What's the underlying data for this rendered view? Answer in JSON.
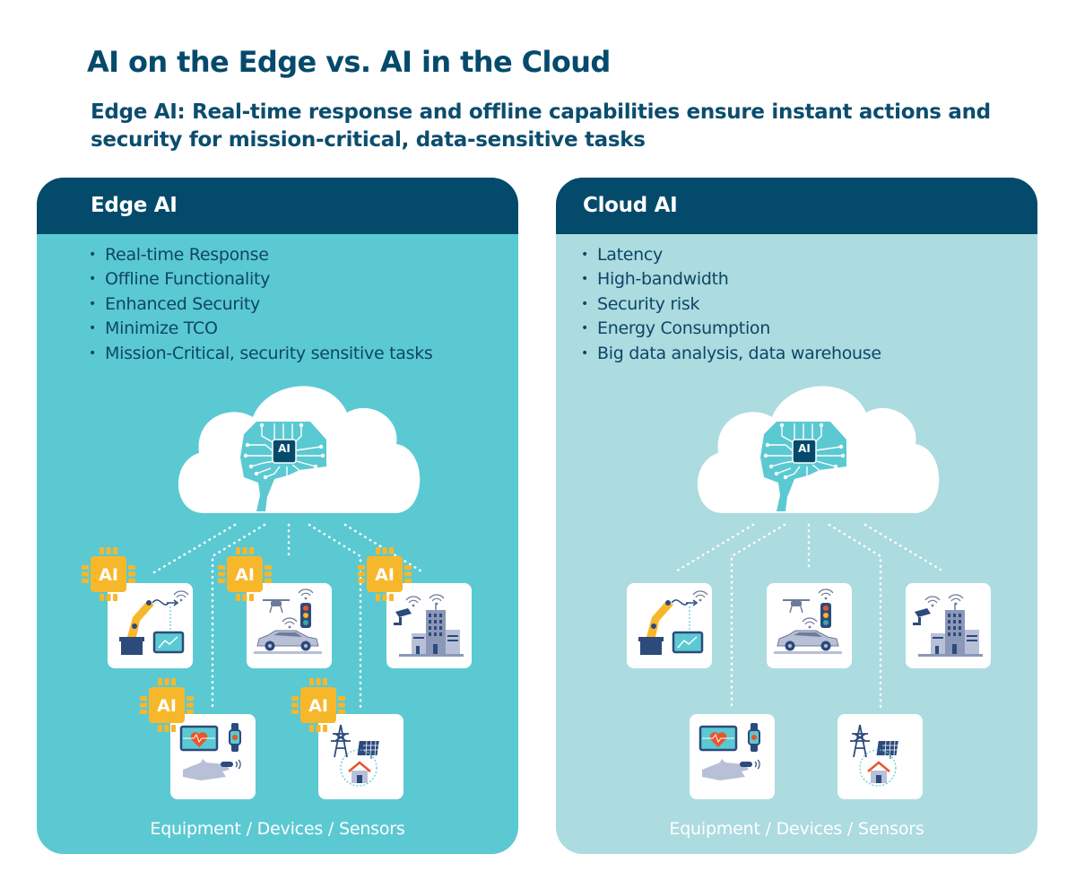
{
  "title": "AI on the Edge vs. AI in the Cloud",
  "subtitle": "Edge AI: Real-time response and offline capabilities ensure instant actions and security for mission-critical, data-sensitive tasks",
  "colors": {
    "navy": "#034a6b",
    "edge_bg": "#5bc9d2",
    "cloud_bg": "#acdbe0",
    "chip_yellow": "#f7b72a",
    "accent_orange": "#e8552b"
  },
  "panels": {
    "edge": {
      "title": "Edge AI",
      "bullets": [
        "Real-time Response",
        "Offline Functionality",
        "Enhanced Security",
        "Minimize TCO",
        "Mission-Critical, security sensitive tasks"
      ],
      "cloud_chip_label": "AI",
      "device_chip_label": "AI",
      "footer": "Equipment / Devices / Sensors"
    },
    "cloud": {
      "title": "Cloud AI",
      "bullets": [
        "Latency",
        "High-bandwidth",
        "Security risk",
        "Energy Consumption",
        "Big data analysis, data warehouse"
      ],
      "cloud_chip_label": "AI",
      "footer": "Equipment / Devices / Sensors"
    }
  },
  "devices": [
    {
      "name": "industrial-robot-arm",
      "icon": "robot-arm-icon"
    },
    {
      "name": "smart-mobility",
      "icon": "drone-car-traffic-light-icon"
    },
    {
      "name": "smart-building",
      "icon": "camera-building-icon"
    },
    {
      "name": "health-wearables",
      "icon": "heart-monitor-watch-hand-icon"
    },
    {
      "name": "energy-grid",
      "icon": "power-tower-solar-house-icon"
    }
  ]
}
